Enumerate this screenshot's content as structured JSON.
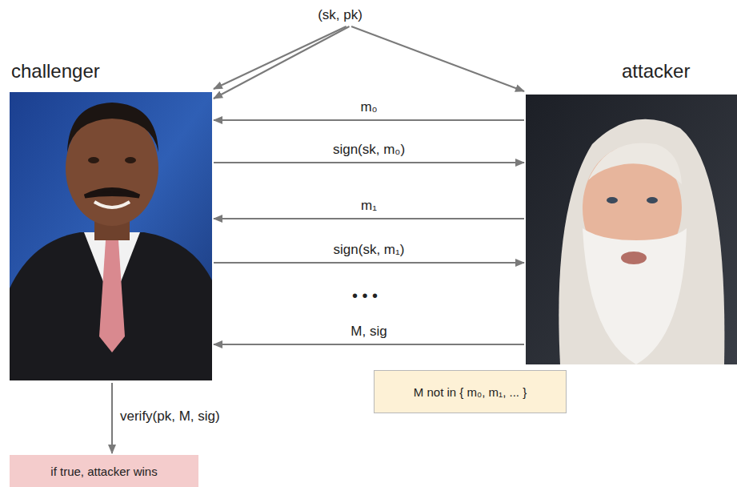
{
  "diagram": {
    "nodes": [
      {
        "text": [
          "(sk, pk)"
        ]
      },
      {
        "text": [
          "challenger"
        ]
      },
      {
        "text": [
          "attacker"
        ]
      },
      {
        "text": [
          "M not in { m₀, m₁, ... }"
        ]
      },
      {
        "text": [
          "if true, attacker wins"
        ]
      }
    ],
    "edges": [
      {
        "from": 0,
        "to": 1,
        "arrow": "to"
      },
      {
        "from": 0,
        "to": 1,
        "arrow": "to"
      },
      {
        "from": 0,
        "to": 2,
        "arrow": "to"
      },
      {
        "from": 2,
        "to": 1,
        "label": "m₀",
        "arrow": "to"
      },
      {
        "from": 1,
        "to": 2,
        "label": "sign(sk, m₀)",
        "arrow": "to"
      },
      {
        "from": 2,
        "to": 1,
        "label": "m₁",
        "arrow": "to"
      },
      {
        "from": 1,
        "to": 2,
        "label": "sign(sk, m₁)",
        "arrow": "to"
      },
      {
        "from": 2,
        "to": 1,
        "label": "M, sig",
        "arrow": "to"
      },
      {
        "from": 1,
        "to": 4,
        "label": "verify(pk, M, sig)",
        "arrow": "to"
      }
    ],
    "labels": [
      "• • •"
    ]
  }
}
